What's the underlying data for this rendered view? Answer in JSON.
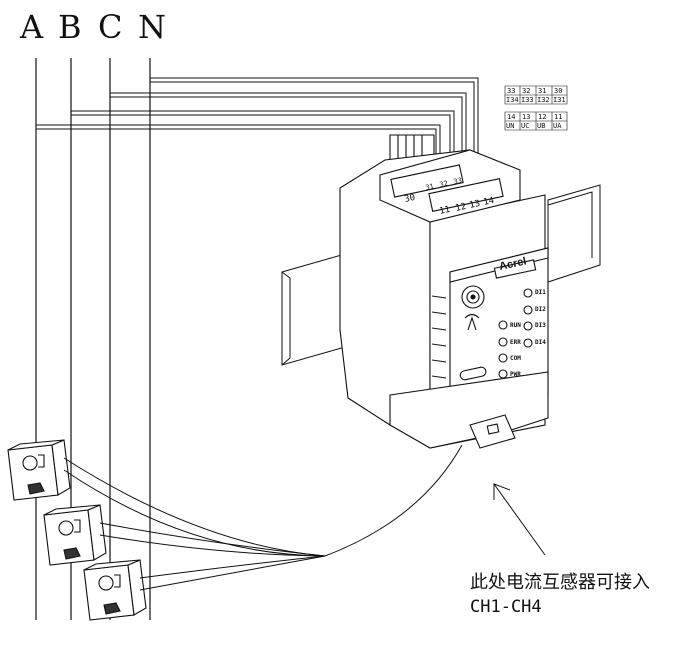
{
  "phases": [
    "A",
    "B",
    "C",
    "N"
  ],
  "terminal_table": {
    "upper_numbers": [
      "33",
      "32",
      "31",
      "30"
    ],
    "upper_labels": [
      "I34",
      "I33",
      "I32",
      "I31"
    ],
    "lower_numbers": [
      "14",
      "13",
      "12",
      "11"
    ],
    "lower_labels": [
      "UN",
      "UC",
      "UB",
      "UA"
    ]
  },
  "device": {
    "top_terminal_label": "30",
    "front_terminal_labels": [
      "11",
      "12",
      "13",
      "14"
    ],
    "rear_terminal_labels": [
      "31",
      "32",
      "33"
    ],
    "brand": "Acrel",
    "leds": [
      "DI1",
      "DI2",
      "DI3",
      "DI4",
      "RUN",
      "ERR",
      "COM",
      "PWR"
    ]
  },
  "note": {
    "line1": "此处电流互感器可接入",
    "line2": "CH1-CH4"
  },
  "colors": {
    "stroke": "#111111",
    "background": "#ffffff"
  }
}
